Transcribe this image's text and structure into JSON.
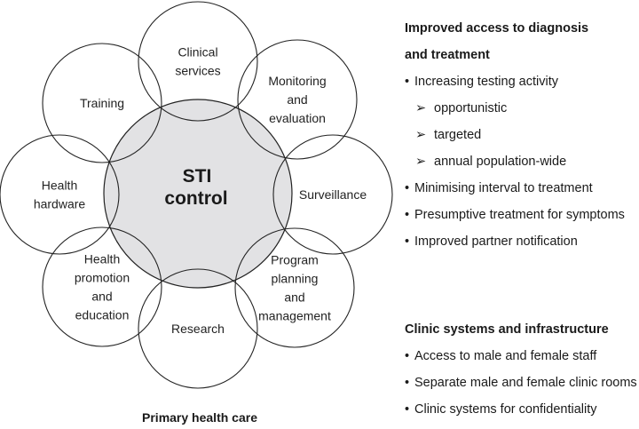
{
  "diagram": {
    "center_label": [
      "STI",
      "control"
    ],
    "outer_circles": [
      {
        "id": "clinical",
        "lines": [
          "Clinical",
          "services"
        ]
      },
      {
        "id": "monitoring",
        "lines": [
          "Monitoring",
          "and",
          "evaluation"
        ]
      },
      {
        "id": "surveillance",
        "lines": [
          "Surveillance"
        ]
      },
      {
        "id": "program",
        "lines": [
          "Program",
          "planning",
          "and",
          "management"
        ]
      },
      {
        "id": "research",
        "lines": [
          "Research"
        ]
      },
      {
        "id": "promotion",
        "lines": [
          "Health",
          "promotion",
          "and",
          "education"
        ]
      },
      {
        "id": "hardware",
        "lines": [
          "Health",
          "hardware"
        ]
      },
      {
        "id": "training",
        "lines": [
          "Training"
        ]
      }
    ],
    "footer": "Primary health care",
    "colors": {
      "center_fill": "#e2e2e4",
      "stroke": "#222222"
    }
  },
  "panel_access": {
    "heading_lines": [
      "Improved access to diagnosis",
      "and treatment"
    ],
    "items": [
      {
        "type": "bullet",
        "text": "Increasing testing activity"
      },
      {
        "type": "sub",
        "text": "opportunistic"
      },
      {
        "type": "sub",
        "text": "targeted"
      },
      {
        "type": "sub",
        "text": "annual population-wide"
      },
      {
        "type": "bullet",
        "text": "Minimising interval to treatment"
      },
      {
        "type": "bullet",
        "text": "Presumptive treatment for symptoms"
      },
      {
        "type": "bullet",
        "text": "Improved partner notification"
      }
    ],
    "sub_marker": "➢"
  },
  "panel_clinic": {
    "heading": "Clinic systems and infrastructure",
    "items": [
      "Access to male and female staff",
      "Separate male and female clinic rooms",
      "Clinic systems for confidentiality"
    ]
  }
}
